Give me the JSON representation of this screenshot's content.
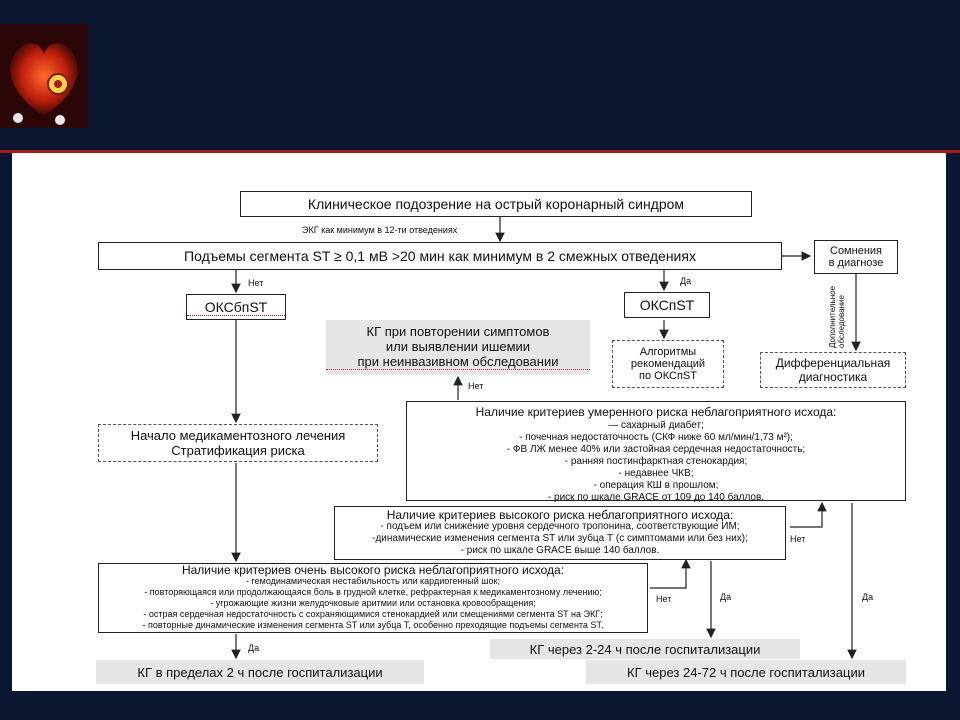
{
  "boxes": {
    "suspicion": "Клиническое подозрение на острый коронарный синдром",
    "ecg_note": "ЭКГ как минимум в 12-ти отведениях",
    "st_elevation": "Подъемы сегмента ST ≥ 0,1 мВ >20 мин как минимум в 2 смежных отведениях",
    "doubts": [
      "Сомнения",
      "в диагнозе"
    ],
    "oksbst": "ОКСбпST",
    "okspst": "ОКСпST",
    "kg_repeat": [
      "КГ при повторении симптомов",
      "или выявлении ишемии",
      "при неинвазивном обследовании"
    ],
    "algorithms": [
      "Алгоритмы",
      "рекомендаций",
      "по ОКСпST"
    ],
    "diff_dx": [
      "Дифференциальная",
      "диагностика"
    ],
    "extra_exam": [
      "Дополнительное",
      "обследование"
    ],
    "med_start": [
      "Начало медикаментозного лечения",
      "Стратификация риска"
    ],
    "moderate_title": "Наличие критериев умеренного риска неблагоприятного исхода:",
    "moderate_items": [
      "— сахарный диабет;",
      "- почечная недостаточность (СКФ ниже 60 мл/мин/1,73 м²);",
      "- ФВ ЛЖ менее 40% или застойная сердечная недостаточность;",
      "- ранняя постинфарктная стенокардия;",
      "- недавнее ЧКВ;",
      "- операция КШ в прошлом;",
      "- риск по шкале GRACE от 109 до 140 баллов."
    ],
    "high_title": "Наличие критериев высокого риска неблагоприятного исхода:",
    "high_items": [
      "- подъем или снижение уровня сердечного тропонина, соответствующие ИМ;",
      "-динамические изменения сегмента ST или зубца Т (с симптомами или без них);",
      "- риск по шкале GRACE выше 140 баллов."
    ],
    "very_high_title": "Наличие критериев очень высокого риска неблагоприятного исхода:",
    "very_high_items": [
      "- гемодинамическая нестабильность или кардиогенный шок;",
      "- повторяющаяся или продолжающаяся боль в грудной клетке, рефрактерная к медикаментозному лечению;",
      "- угрожающие жизни желудочковые аритмии или остановка кровообращения;",
      "- острая сердечная недостаточность с сохраняющимися стенокардией или смещениями сегмента ST на ЭКГ;",
      "- повторные динамические изменения сегмента ST или зубца Т, особенно преходящие подъемы сегмента ST."
    ],
    "kg_2h": "КГ в пределах 2 ч после госпитализации",
    "kg_2_24h": "КГ через 2-24 ч после госпитализации",
    "kg_24_72h": "КГ через 24-72 ч после госпитализации"
  },
  "labels": {
    "no": "Нет",
    "yes": "Да"
  },
  "colors": {
    "background": "#0b1630",
    "panel": "#ffffff",
    "accent_line": "#b01818",
    "gray_box": "#e6e6e6"
  }
}
